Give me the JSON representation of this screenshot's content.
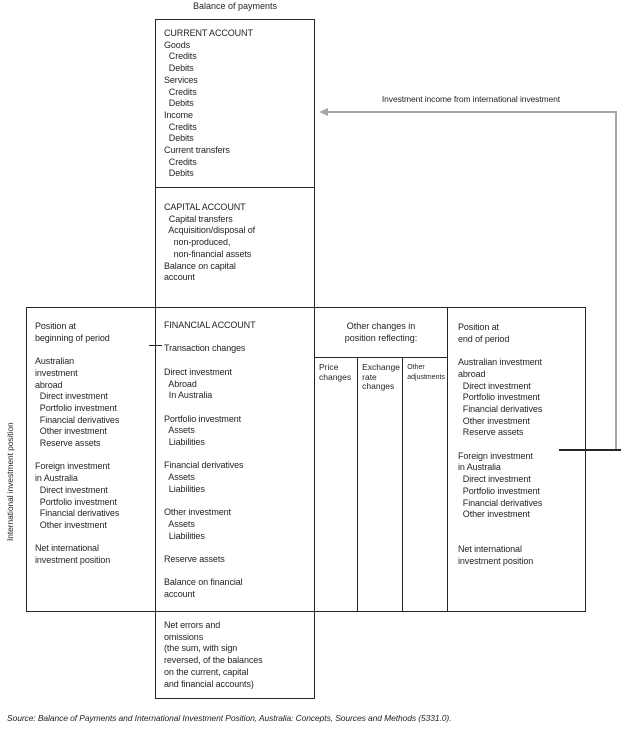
{
  "title": "Balance of payments",
  "arrow": {
    "label": "Investment income from international investment"
  },
  "rotated_label": "International investment position",
  "boxes": {
    "current_account": "CURRENT ACCOUNT\nGoods\n  Credits\n  Debits\nServices\n  Credits\n  Debits\nIncome\n  Credits\n  Debits\nCurrent transfers\n  Credits\n  Debits",
    "capital_account": "CAPITAL ACCOUNT\n  Capital transfers\n  Acquisition/disposal of\n    non-produced,\n    non-financial assets\nBalance on capital\naccount",
    "financial_account": "FINANCIAL ACCOUNT\n\nTransaction changes\n\nDirect investment\n  Abroad\n  In Australia\n\nPortfolio investment\n  Assets\n  Liabilities\n\nFinancial derivatives\n  Assets\n  Liabilities\n\nOther investment\n  Assets\n  Liabilities\n\nReserve assets\n\nBalance on financial\naccount",
    "net_errors": "Net errors and\nomissions\n(the sum, with sign\nreversed, of the balances\non the current, capital\nand financial accounts)"
  },
  "positions": {
    "beginning": "Position at\nbeginning of period\n\nAustralian\ninvestment\nabroad\n  Direct investment\n  Portfolio investment\n  Financial derivatives\n  Other investment\n  Reserve assets\n\nForeign investment\nin Australia\n  Direct investment\n  Portfolio investment\n  Financial derivatives\n  Other investment\n\nNet international\ninvestment position",
    "end": "Position at\nend of period\n\nAustralian investment\nabroad\n  Direct investment\n  Portfolio investment\n  Financial derivatives\n  Other investment\n  Reserve assets\n\nForeign investment\nin Australia\n  Direct investment\n  Portfolio investment\n  Financial derivatives\n  Other investment\n\n\nNet international\ninvestment position"
  },
  "other_changes": {
    "heading": "Other changes in\nposition reflecting:",
    "columns": [
      "Price\nchanges",
      "Exchange\nrate\nchanges",
      "Other\nadjustments"
    ]
  },
  "source": "Source: Balance of Payments and International Investment Position, Australia: Concepts, Sources and Methods (5331.0).",
  "colors": {
    "line": "#2b2426",
    "text": "#231f20",
    "arrow_gray": "#a8a5a2",
    "background": "#ffffff"
  }
}
